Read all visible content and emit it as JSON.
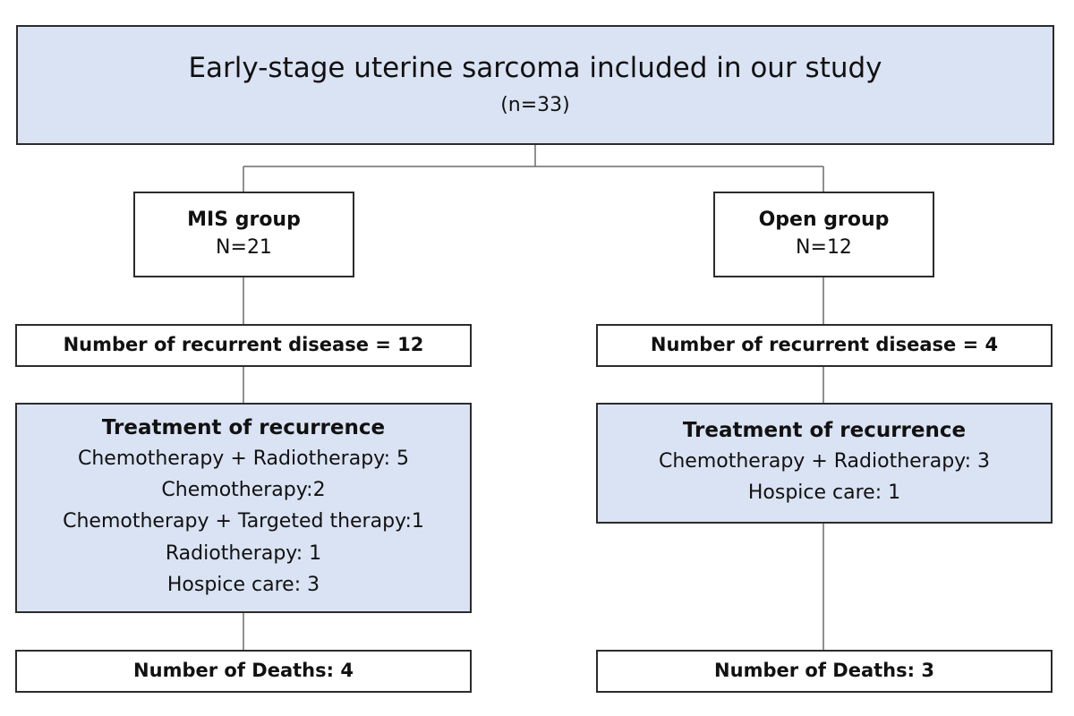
{
  "top": {
    "title": "Early-stage uterine sarcoma included in our study",
    "subtitle": "(n=33)"
  },
  "groups": {
    "mis": {
      "name": "MIS group",
      "n": "N=21",
      "recurrence": "Number of recurrent disease = 12",
      "treatment_title": "Treatment of recurrence",
      "treatments": [
        "Chemotherapy + Radiotherapy: 5",
        "Chemotherapy:2",
        "Chemotherapy + Targeted therapy:1",
        "Radiotherapy: 1",
        "Hospice care: 3"
      ],
      "deaths": "Number of Deaths: 4"
    },
    "open": {
      "name": "Open group",
      "n": "N=12",
      "recurrence": "Number of recurrent disease = 4",
      "treatment_title": "Treatment of recurrence",
      "treatments": [
        "Chemotherapy + Radiotherapy: 3",
        "Hospice care: 1"
      ],
      "deaths": "Number of Deaths: 3"
    }
  },
  "colors": {
    "shaded_fill": "#dae3f3",
    "border": "#2b2b2b"
  }
}
